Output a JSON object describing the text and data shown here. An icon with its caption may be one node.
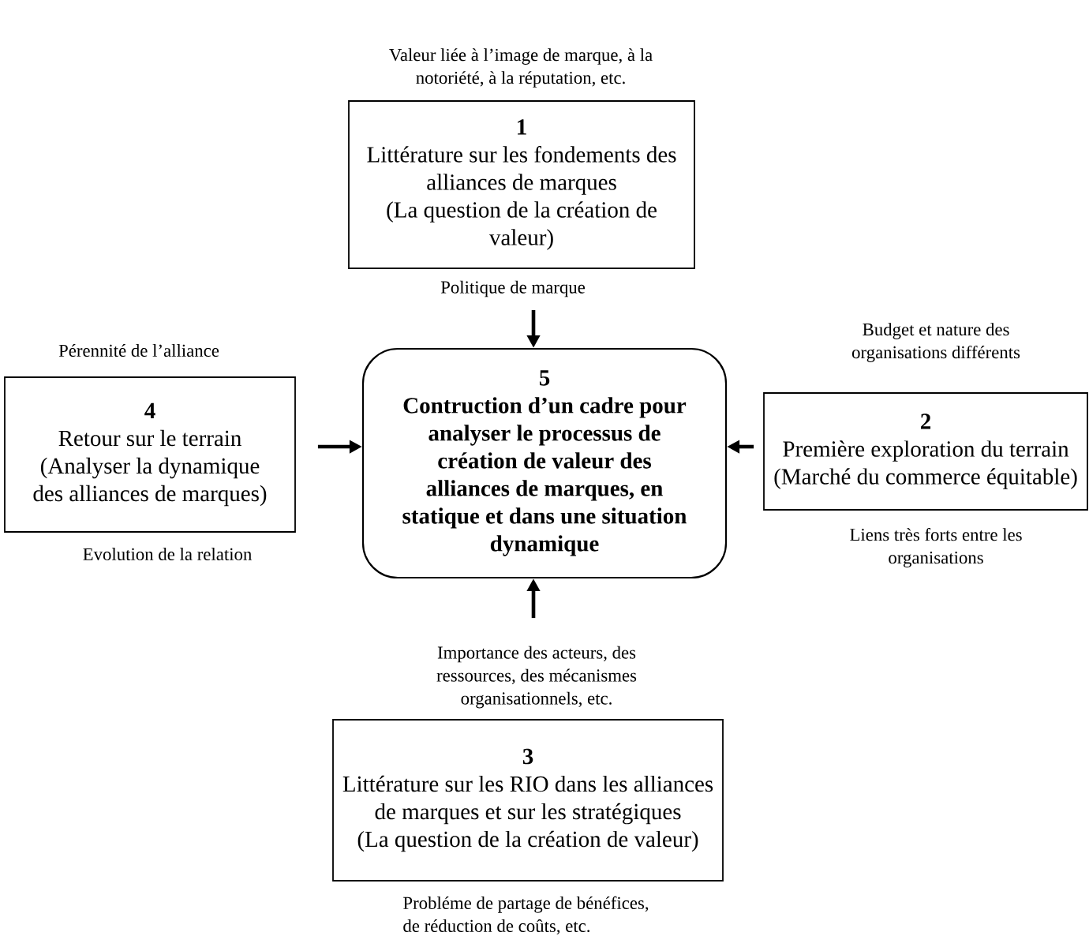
{
  "diagram": {
    "nodes": [
      {
        "text": [
          "1",
          "Littérature sur les fondements des alliances de marques",
          "(La question de la création de valeur)"
        ],
        "beside": [
          "Valeur liée à l’image de marque, à la notoriété, à la réputation, etc.",
          "Politique de marque"
        ]
      },
      {
        "text": [
          "4",
          "Retour sur le terrain",
          "(Analyser la dynamique des alliances de marques)"
        ],
        "beside": [
          "Pérennité de l’alliance",
          "Evolution de la relation"
        ]
      },
      {
        "text": [
          "5",
          "Contruction d’un cadre pour analyser le processus de création de valeur des alliances de marques, en statique et dans une situation dynamique"
        ]
      },
      {
        "text": [
          "2",
          "Première exploration du terrain",
          "(Marché du commerce équitable)"
        ],
        "beside": [
          "Budget et nature des organisations différents",
          "Liens très forts entre les organisations"
        ]
      },
      {
        "text": [
          "3",
          "Littérature sur les RIO dans les alliances de marques et sur les stratégiques",
          "(La question de la création de valeur)"
        ],
        "beside": [
          "Importance des acteurs, des ressources, des mécanismes organisationnels, etc.",
          "Probléme de partage de bénéfices, de réduction de coûts, etc."
        ]
      }
    ],
    "edges": [
      {
        "from": 0,
        "to": 2,
        "arrow": "to"
      },
      {
        "from": 1,
        "to": 2,
        "arrow": "to"
      },
      {
        "from": 3,
        "to": 2,
        "arrow": "to"
      },
      {
        "from": 4,
        "to": 2,
        "arrow": "to"
      }
    ]
  }
}
